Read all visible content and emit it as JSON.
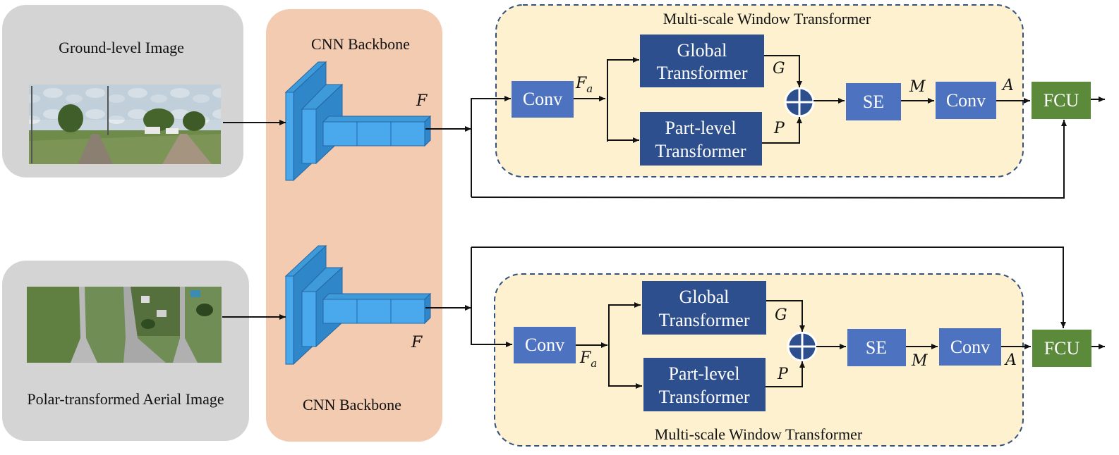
{
  "colors": {
    "input_panel": "#d4d4d4",
    "backbone_panel": "#f2cbb1",
    "window_panel": "#fdf1cf",
    "window_border": "#34507c",
    "conv_block": "#4d72c0",
    "transformer_block": "#2e4f8d",
    "fcu_block": "#5b8a3a",
    "cnn_layer_light": "#4aa9ec",
    "cnn_layer_dark": "#2f86c8",
    "cnn_edge": "#2466a3",
    "oplus_fill": "#2e4f8d",
    "wire": "#111111"
  },
  "inputs": {
    "ground_title": "Ground-level Image",
    "aerial_title": "Polar-transformed Aerial Image"
  },
  "backbone": {
    "top_title": "CNN Backbone",
    "bottom_title": "CNN Backbone"
  },
  "top_branch": {
    "window_title": "Multi-scale Window Transformer",
    "conv_in": "Conv",
    "global_line1": "Global",
    "global_line2": "Transformer",
    "part_line1": "Part-level",
    "part_line2": "Transformer",
    "se": "SE",
    "conv_out": "Conv",
    "fcu": "FCU"
  },
  "bottom_branch": {
    "window_title": "Multi-scale Window Transformer",
    "conv_in": "Conv",
    "global_line1": "Global",
    "global_line2": "Transformer",
    "part_line1": "Part-level",
    "part_line2": "Transformer",
    "se": "SE",
    "conv_out": "Conv",
    "fcu": "FCU"
  },
  "symbols": {
    "feature": "F",
    "fa_main": "F",
    "fa_sub": "a",
    "global_out": "G",
    "part_out": "P",
    "merged": "M",
    "attention": "A"
  }
}
